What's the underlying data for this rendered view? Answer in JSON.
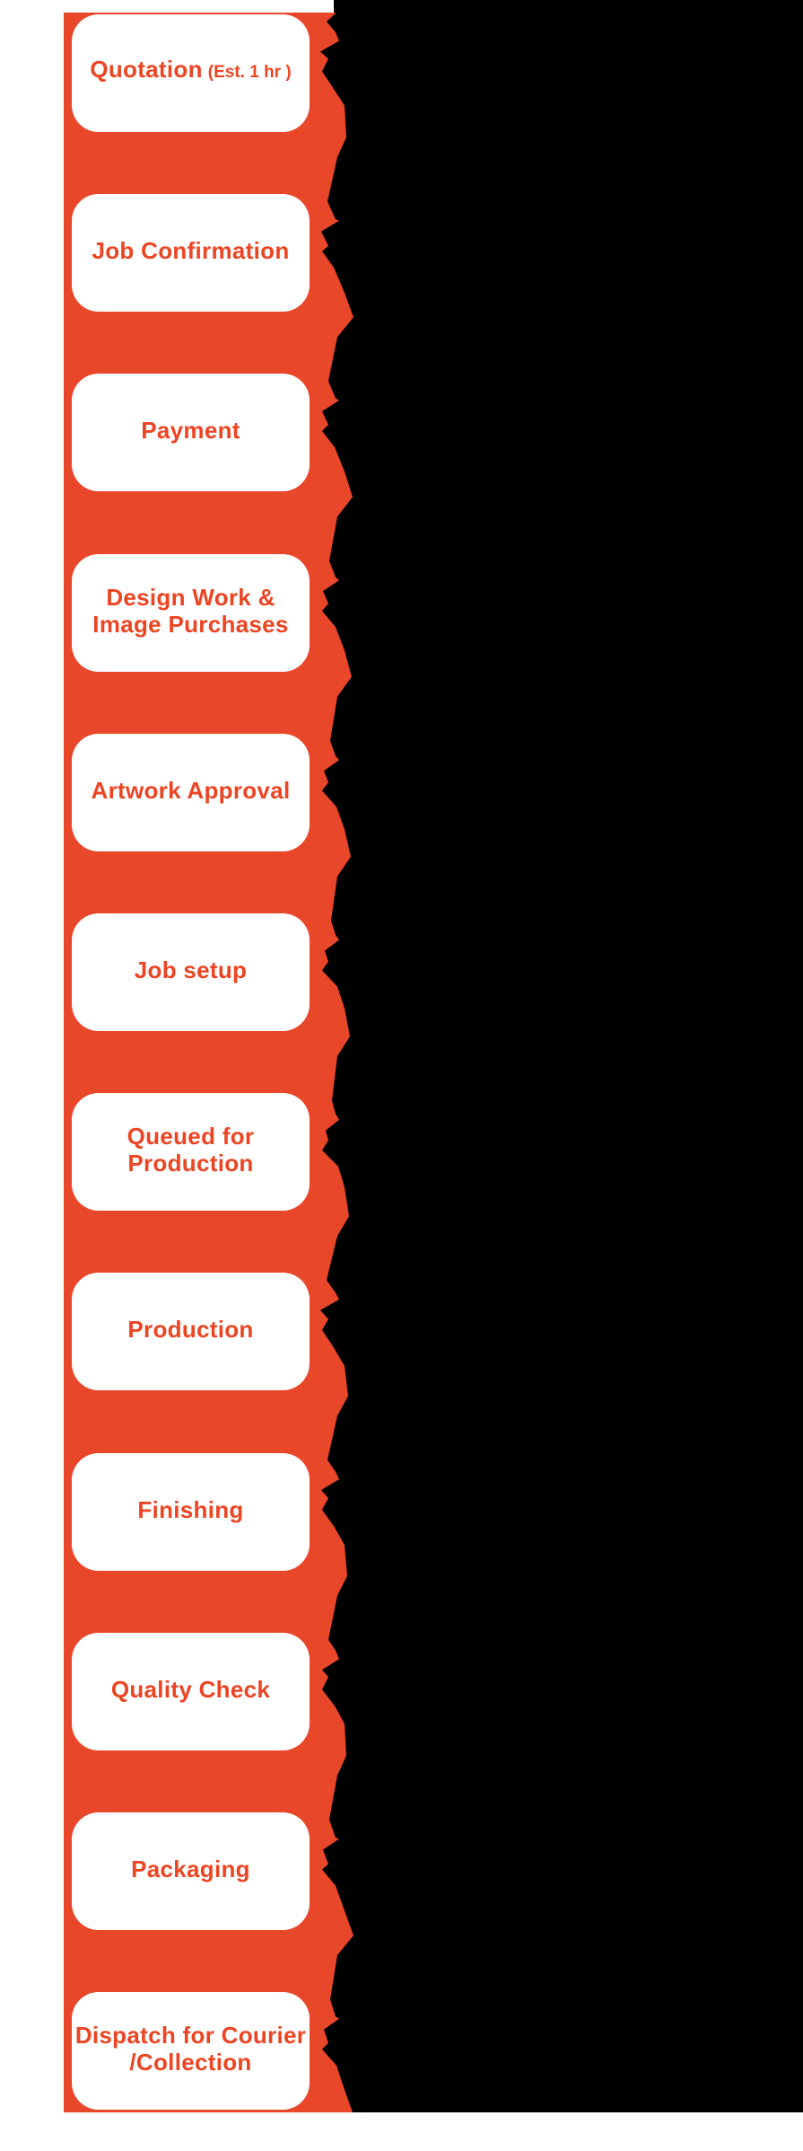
{
  "figure": {
    "type": "process-flow",
    "orientation": "vertical",
    "colors": {
      "background": "#FFFFFF",
      "band": "#E8472A",
      "box_fill": "#FFFFFF",
      "label": "#EC4523",
      "masked_region": "#000000"
    },
    "steps": [
      {
        "label_lines": [
          "Quotation"
        ],
        "suffix": "(Est. 1 hr )"
      },
      {
        "label_lines": [
          "Job Confirmation"
        ]
      },
      {
        "label_lines": [
          "Payment"
        ]
      },
      {
        "label_lines": [
          "Design Work &",
          "Image Purchases"
        ]
      },
      {
        "label_lines": [
          "Artwork Approval"
        ]
      },
      {
        "label_lines": [
          "Job setup"
        ]
      },
      {
        "label_lines": [
          "Queued for",
          "Production"
        ]
      },
      {
        "label_lines": [
          "Production"
        ]
      },
      {
        "label_lines": [
          "Finishing"
        ]
      },
      {
        "label_lines": [
          "Quality Check"
        ]
      },
      {
        "label_lines": [
          "Packaging"
        ]
      },
      {
        "label_lines": [
          "Dispatch for Courier",
          "/Collection"
        ]
      }
    ]
  }
}
